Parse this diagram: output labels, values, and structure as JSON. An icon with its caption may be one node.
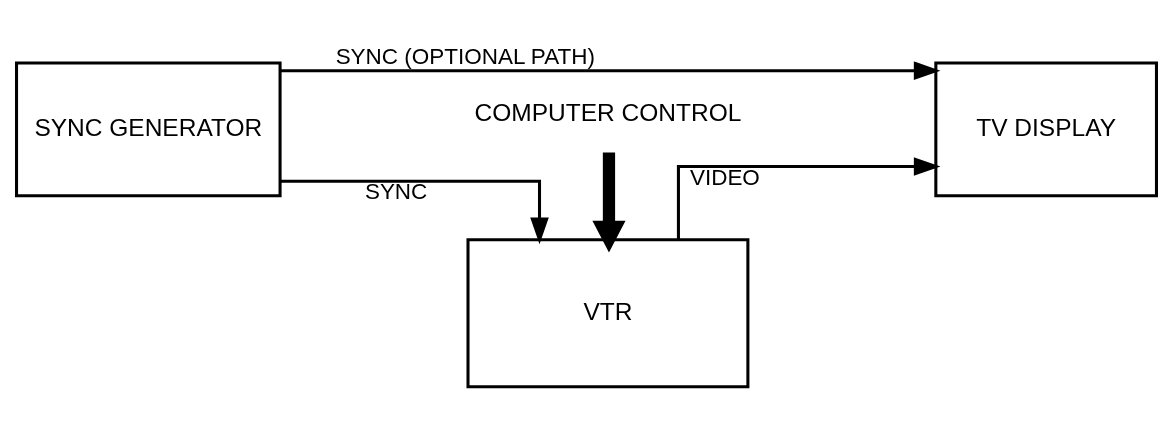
{
  "diagram": {
    "nodes": [
      {
        "text": [
          "SYNC GENERATOR"
        ]
      },
      {
        "text": [
          "VTR"
        ]
      },
      {
        "text": [
          "TV DISPLAY"
        ]
      },
      {
        "text": [
          "COMPUTER CONTROL"
        ]
      }
    ],
    "edges": [
      {
        "from": 0,
        "to": 1,
        "arrow": "to",
        "label": "SYNC"
      },
      {
        "from": 1,
        "to": 2,
        "arrow": "to",
        "label": "VIDEO"
      },
      {
        "from": 0,
        "to": 2,
        "arrow": "to",
        "label": "SYNC (OPTIONAL PATH)"
      },
      {
        "from": 3,
        "to": 1,
        "arrow": "to",
        "style": "thick"
      }
    ]
  }
}
